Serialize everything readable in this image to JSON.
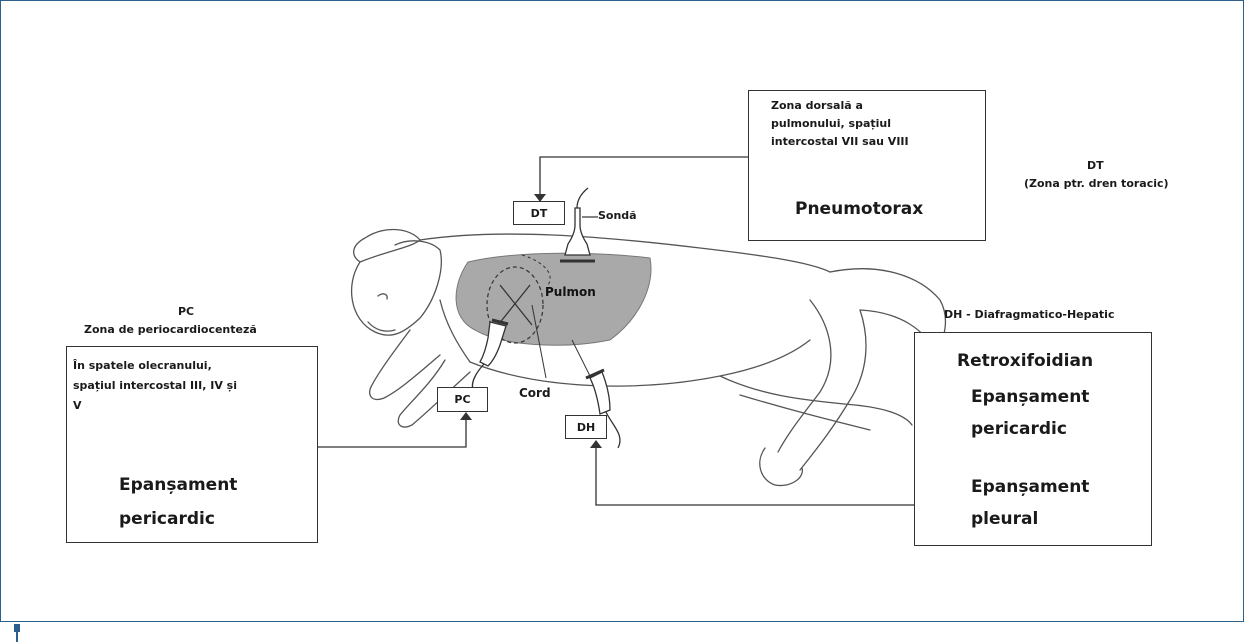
{
  "labels": {
    "dt_tag": "DT",
    "pc_tag": "PC",
    "dh_tag": "DH",
    "sonda": "Sondă",
    "pulmon": "Pulmon",
    "cord": "Cord",
    "dt_title": "DT",
    "dt_subtitle": "(Zona ptr. dren toracic)",
    "pc_title": "PC",
    "pc_subtitle": "Zona de periocardiocenteză",
    "dh_title": "DH - Diafragmatico-Hepatic"
  },
  "boxes": {
    "pneumotorax": {
      "desc": [
        "Zona dorsală a",
        "pulmonului, spațiul",
        "intercostal VII sau VIII"
      ],
      "condition": "Pneumotorax"
    },
    "pericardiocenteza": {
      "desc": [
        "În spatele olecranului,",
        "spațiul intercostal III, IV și",
        "V"
      ],
      "condition": [
        "Epanșament",
        "pericardic"
      ]
    },
    "dh": {
      "site": "Retroxifoidian",
      "condition1": [
        "Epanșament",
        "pericardic"
      ],
      "condition2": [
        "Epanșament",
        "pleural"
      ]
    }
  },
  "colors": {
    "frame": "#2c5f8a",
    "lung_fill": "#a9a9a9",
    "line": "#333333"
  }
}
